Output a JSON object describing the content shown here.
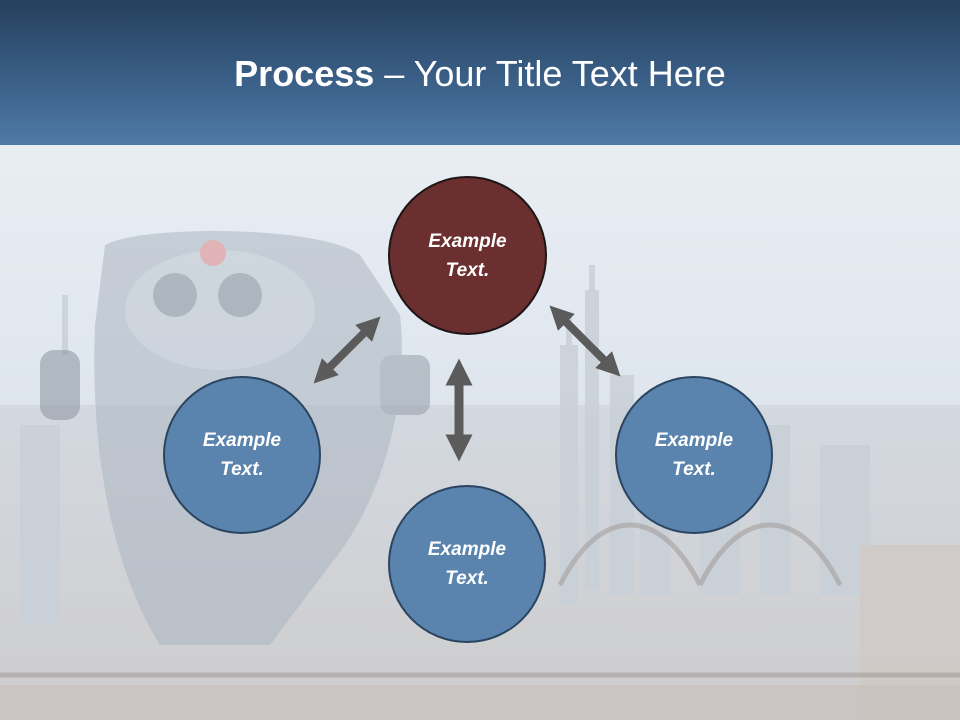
{
  "header": {
    "title_bold": "Process",
    "title_rest": " – Your Title Text Here"
  },
  "nodes": {
    "top": {
      "line1": "Example",
      "line2": "Text."
    },
    "left": {
      "line1": "Example",
      "line2": "Text."
    },
    "bottom": {
      "line1": "Example",
      "line2": "Text."
    },
    "right": {
      "line1": "Example",
      "line2": "Text."
    }
  },
  "colors": {
    "header": "#36597f",
    "node_blue": "#5a84ae",
    "node_highlight": "#6a2f2e",
    "arrow": "#5b5b5b"
  }
}
